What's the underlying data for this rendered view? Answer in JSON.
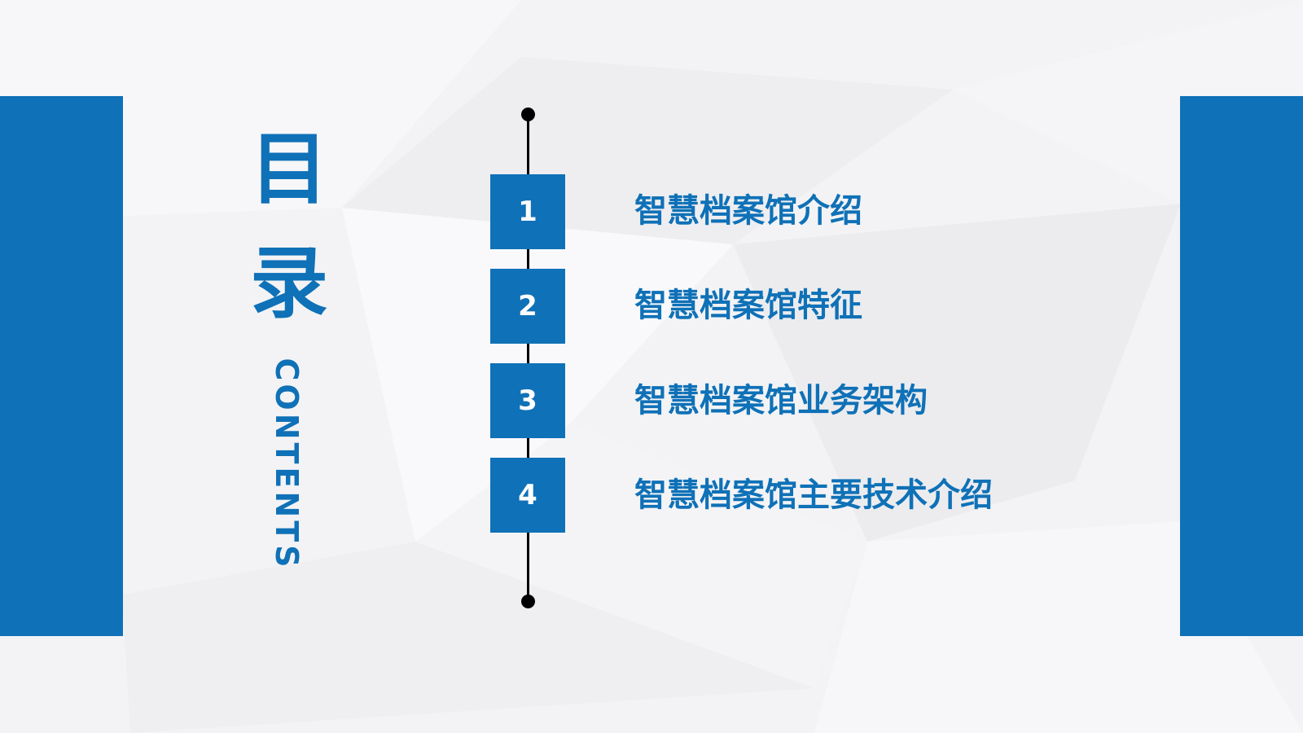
{
  "title": {
    "char1": "目",
    "char2": "录",
    "subtitle": "CONTENTS"
  },
  "items": [
    {
      "number": "1",
      "label": "智慧档案馆介绍"
    },
    {
      "number": "2",
      "label": "智慧档案馆特征"
    },
    {
      "number": "3",
      "label": "智慧档案馆业务架构"
    },
    {
      "number": "4",
      "label": "智慧档案馆主要技术介绍"
    }
  ],
  "colors": {
    "accent": "#0f71b7",
    "line": "#000000"
  }
}
